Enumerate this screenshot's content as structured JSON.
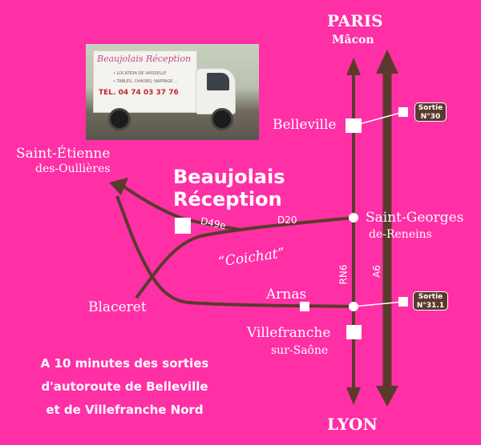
{
  "colors": {
    "background": "#ff2fa6",
    "road": "#5a3a2c",
    "text": "#ffffff"
  },
  "cities": {
    "paris": "PARIS",
    "macon": "Mâcon",
    "lyon": "LYON",
    "belleville": "Belleville",
    "saint_etienne": "Saint-Étienne",
    "des_oullieres": "des-Oullières",
    "saint_georges": "Saint-Georges",
    "de_reneins": "de-Reneins",
    "blaceret": "Blaceret",
    "arnas": "Arnas",
    "villefranche": "Villefranche",
    "sur_saone": "sur-Saône",
    "coichat": "“Coichat”"
  },
  "business": {
    "line1": "Beaujolais",
    "line2": "Réception"
  },
  "roads": {
    "d49e": "D49e",
    "d20": "D20",
    "rn6": "RN6",
    "a6": "A6"
  },
  "exits": [
    {
      "label": "Sortie",
      "number": "N°30"
    },
    {
      "label": "Sortie",
      "number": "N°31.1"
    }
  ],
  "info": {
    "line1": "A 10 minutes des sorties",
    "line2": "d'autoroute de Belleville",
    "line3": "et de Villefranche Nord"
  },
  "truck": {
    "logo": "Beaujolais Réception",
    "line1": "• LOCATION DE VAISSELLE",
    "line2": "• TABLES, CHAISES, NAPPAGE ...",
    "tel": "TEL. 04 74 03 37 76"
  }
}
